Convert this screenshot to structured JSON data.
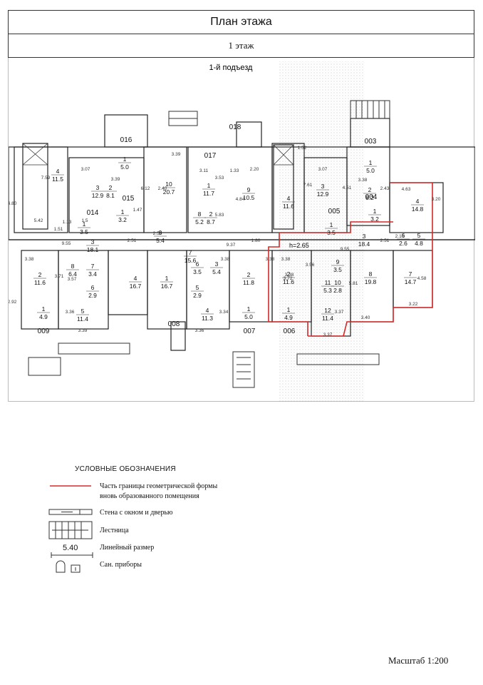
{
  "header": {
    "title": "План этажа",
    "floor": "1 этаж"
  },
  "plan": {
    "entrance": "1-й подъезд",
    "height_note": "h=2.65",
    "unit_labels": [
      "016",
      "017",
      "018",
      "003",
      "015",
      "014",
      "004",
      "005",
      "009",
      "008",
      "007",
      "006"
    ],
    "rooms": [
      {
        "num": "1",
        "area": "5.0"
      },
      {
        "num": "3",
        "area": "12.9"
      },
      {
        "num": "2",
        "area": "8.1"
      },
      {
        "num": "10",
        "area": "20.7"
      },
      {
        "num": "1",
        "area": "11.7"
      },
      {
        "num": "2",
        "area": "8.7"
      },
      {
        "num": "9",
        "area": "10.5"
      },
      {
        "num": "4",
        "area": "11.6"
      },
      {
        "num": "3",
        "area": "12.9"
      },
      {
        "num": "1",
        "area": "5.0"
      },
      {
        "num": "2",
        "area": "8.2"
      },
      {
        "num": "4",
        "area": "14.8"
      },
      {
        "num": "1",
        "area": "3.2"
      },
      {
        "num": "1",
        "area": "3.5"
      },
      {
        "num": "8",
        "area": "5.2"
      },
      {
        "num": "1",
        "area": "3.2"
      },
      {
        "num": "1",
        "area": "3.5"
      },
      {
        "num": "3",
        "area": "18.1"
      },
      {
        "num": "9",
        "area": "5.4"
      },
      {
        "num": "7",
        "area": "15.6"
      },
      {
        "num": "3",
        "area": "18.4"
      },
      {
        "num": "6",
        "area": "2.6"
      },
      {
        "num": "5",
        "area": "4.8"
      },
      {
        "num": "4",
        "area": "11.5"
      },
      {
        "num": "2",
        "area": "11.6"
      },
      {
        "num": "8",
        "area": "6.4"
      },
      {
        "num": "7",
        "area": "3.4"
      },
      {
        "num": "6",
        "area": "2.9"
      },
      {
        "num": "4",
        "area": "16.7"
      },
      {
        "num": "1",
        "area": "16.7"
      },
      {
        "num": "6",
        "area": "3.5"
      },
      {
        "num": "3",
        "area": "5.4"
      },
      {
        "num": "5",
        "area": "2.9"
      },
      {
        "num": "2",
        "area": "11.8"
      },
      {
        "num": "2",
        "area": "11.6"
      },
      {
        "num": "11",
        "area": "5.3"
      },
      {
        "num": "9",
        "area": "3.5"
      },
      {
        "num": "10",
        "area": "2.8"
      },
      {
        "num": "8",
        "area": "19.8"
      },
      {
        "num": "7",
        "area": "14.7"
      },
      {
        "num": "1",
        "area": "4.9"
      },
      {
        "num": "5",
        "area": "11.4"
      },
      {
        "num": "4",
        "area": "11.3"
      },
      {
        "num": "1",
        "area": "5.0"
      },
      {
        "num": "1",
        "area": "4.9"
      },
      {
        "num": "12",
        "area": "11.4"
      }
    ],
    "dims": [
      "3.07",
      "3.39",
      "3.39",
      "2.40",
      "3.11",
      "3.53",
      "1.33",
      "2.20",
      "1.52",
      "7.61",
      "3.07",
      "4.51",
      "3.38",
      "2.43",
      "4.63",
      "3.20",
      "9.55",
      "2.51",
      "2.50",
      "9.37",
      "1.80",
      "9.55",
      "2.51",
      "2.10",
      "3.38",
      "3.38",
      "3.38",
      "3.38",
      "3.72",
      "3.56",
      "5.81",
      "4.58",
      "3.71",
      "3.57",
      "3.36",
      "3.39",
      "3.36",
      "3.34",
      "3.38",
      "3.37",
      "3.37",
      "3.40",
      "3.22",
      "5.83",
      "4.84",
      "6.12",
      "1.47",
      "1.51",
      "1.13",
      "1.5",
      "7.59",
      "4.80",
      "2.92",
      "5.42"
    ]
  },
  "legend": {
    "title": "УСЛОВНЫЕ ОБОЗНАЧЕНИЯ",
    "red_line_l1": "Часть границы геометрической формы",
    "red_line_l2": "вновь образованного помещения",
    "wall": "Стена с окном и дверью",
    "stairs": "Лестница",
    "dim_sample": "5.40",
    "dim_label": "Линейный размер",
    "sanitary": "Сан. приборы"
  },
  "footer": {
    "scale": "Масштаб 1:200"
  },
  "colors": {
    "boundary": "#d62828",
    "line": "#222222",
    "frame": "#333333"
  }
}
